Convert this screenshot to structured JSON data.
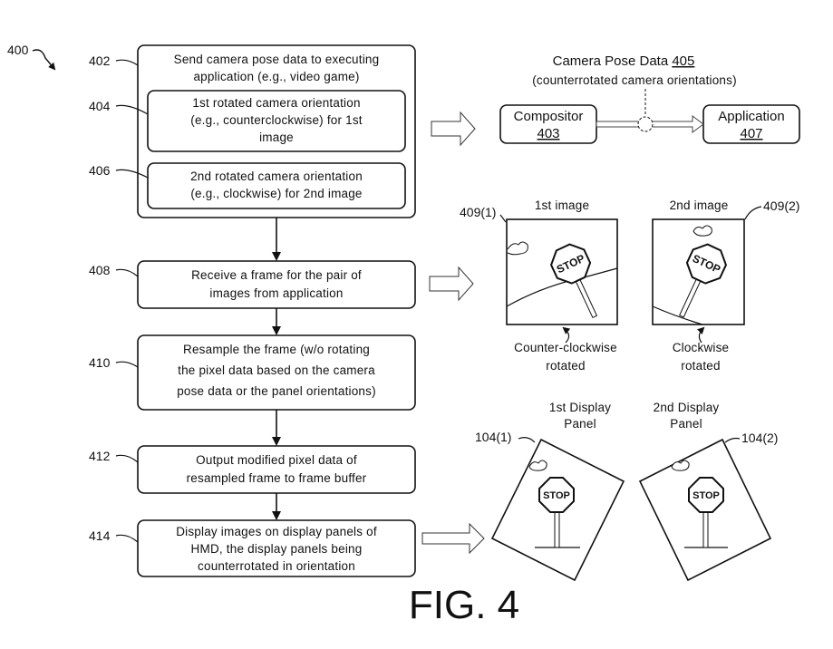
{
  "figure_ref": "400",
  "figure_caption": "FIG. 4",
  "steps": [
    {
      "ref": "402",
      "line1": "Send camera pose data to executing",
      "line2": "application (e.g., video game)"
    },
    {
      "ref": "404",
      "line1": "1st rotated camera orientation",
      "line2": "(e.g., counterclockwise) for 1st",
      "line3": "image"
    },
    {
      "ref": "406",
      "line1": "2nd rotated camera orientation",
      "line2": "(e.g., clockwise) for 2nd image"
    },
    {
      "ref": "408",
      "line1": "Receive a frame for the pair of",
      "line2": "images from application"
    },
    {
      "ref": "410",
      "line1": "Resample the frame (w/o rotating",
      "line2": "the pixel data based on the camera",
      "line3": "pose data or the panel orientations)"
    },
    {
      "ref": "412",
      "line1": "Output modified pixel data of",
      "line2": "resampled frame to frame buffer"
    },
    {
      "ref": "414",
      "line1": "Display images on display panels of",
      "line2": "HMD, the display panels being",
      "line3": "counterrotated in orientation"
    }
  ],
  "pose_data": {
    "label": "Camera Pose Data",
    "ref": "405",
    "sublabel": "(counterrotated camera orientations)",
    "compositor": {
      "label": "Compositor",
      "ref": "403"
    },
    "application": {
      "label": "Application",
      "ref": "407"
    }
  },
  "images": {
    "first": {
      "label": "1st image",
      "ref": "409(1)",
      "caption1": "Counter-clockwise",
      "caption2": "rotated"
    },
    "second": {
      "label": "2nd image",
      "ref": "409(2)",
      "caption1": "Clockwise",
      "caption2": "rotated"
    },
    "sign_text": "STOP"
  },
  "panels": {
    "first": {
      "label1": "1st Display",
      "label2": "Panel",
      "ref": "104(1)"
    },
    "second": {
      "label1": "2nd Display",
      "label2": "Panel",
      "ref": "104(2)"
    }
  }
}
